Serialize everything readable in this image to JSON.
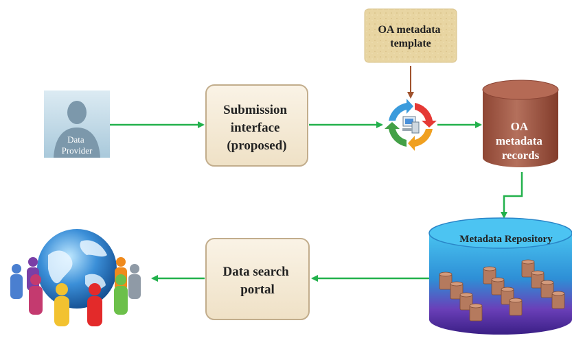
{
  "nodes": {
    "data_provider": {
      "lines": [
        "Data",
        "Provider"
      ]
    },
    "submission_interface": {
      "lines": [
        "Submission",
        "interface",
        "(proposed)"
      ]
    },
    "oa_template": {
      "lines": [
        "OA metadata",
        "template"
      ]
    },
    "oa_records": {
      "lines": [
        "OA",
        "metadata",
        "records"
      ]
    },
    "metadata_repository": {
      "label": "Metadata Repository"
    },
    "data_search_portal": {
      "lines": [
        "Data search",
        "portal"
      ]
    }
  },
  "colors": {
    "arrow_green": "#22b14c",
    "arrow_brown": "#a0522d",
    "box_fill": "#f6ecd9",
    "box_stroke": "#c2ad8c",
    "cylinder_brown": "#a35a45",
    "repository_blue": "#3fb0e8",
    "template_fill": "#e9d7a6"
  },
  "icons": {
    "provider": "person-silhouette-icon",
    "process": "process-cycle-icon",
    "users": "globe-with-people-icon"
  }
}
